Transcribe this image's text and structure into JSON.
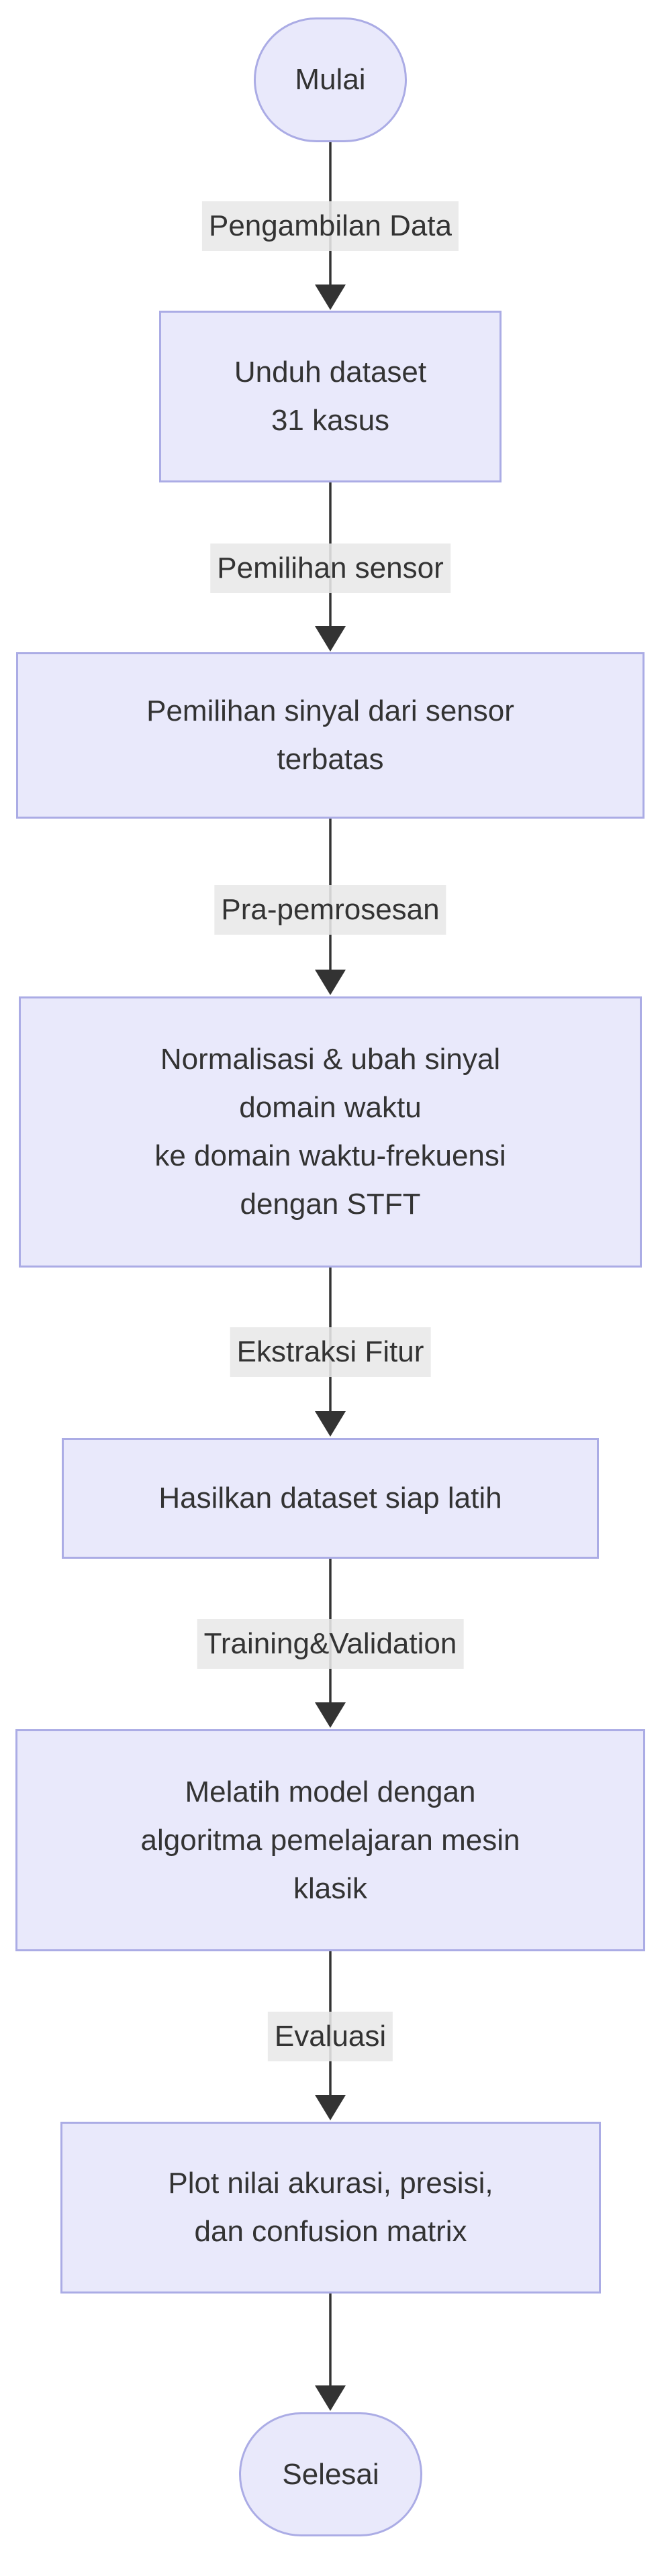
{
  "diagram": {
    "type": "flowchart-top-down",
    "colors": {
      "background": "#ffffff",
      "node_fill": "#e9e9fb",
      "node_border": "#abace5",
      "edge_label_bg": "#e8e8e8",
      "text": "#333333",
      "arrow": "#333333"
    },
    "nodes": {
      "start": {
        "shape": "stadium",
        "label": "Mulai"
      },
      "unduh_dataset": {
        "shape": "rect",
        "lines": [
          "Unduh dataset",
          "31 kasus"
        ]
      },
      "pemilihan_sinyal": {
        "shape": "rect",
        "lines": [
          "Pemilihan sinyal dari sensor",
          "terbatas"
        ]
      },
      "normalisasi_stft": {
        "shape": "rect",
        "lines": [
          "Normalisasi & ubah sinyal",
          "domain waktu",
          "ke domain waktu-frekuensi",
          "dengan STFT"
        ]
      },
      "dataset_siap_latih": {
        "shape": "rect",
        "lines": [
          "Hasilkan dataset siap latih"
        ]
      },
      "melatih_model": {
        "shape": "rect",
        "lines": [
          "Melatih model dengan",
          "algoritma pemelajaran mesin",
          "klasik"
        ]
      },
      "plot_evaluasi": {
        "shape": "rect",
        "lines": [
          "Plot nilai akurasi, presisi,",
          "dan confusion matrix"
        ]
      },
      "end": {
        "shape": "stadium",
        "label": "Selesai"
      }
    },
    "edges": [
      {
        "from": "start",
        "to": "unduh_dataset",
        "label": "Pengambilan Data"
      },
      {
        "from": "unduh_dataset",
        "to": "pemilihan_sinyal",
        "label": "Pemilihan sensor"
      },
      {
        "from": "pemilihan_sinyal",
        "to": "normalisasi_stft",
        "label": "Pra-pemrosesan"
      },
      {
        "from": "normalisasi_stft",
        "to": "dataset_siap_latih",
        "label": "Ekstraksi Fitur"
      },
      {
        "from": "dataset_siap_latih",
        "to": "melatih_model",
        "label": "Training&Validation"
      },
      {
        "from": "melatih_model",
        "to": "plot_evaluasi",
        "label": "Evaluasi"
      },
      {
        "from": "plot_evaluasi",
        "to": "end",
        "label": ""
      }
    ]
  }
}
